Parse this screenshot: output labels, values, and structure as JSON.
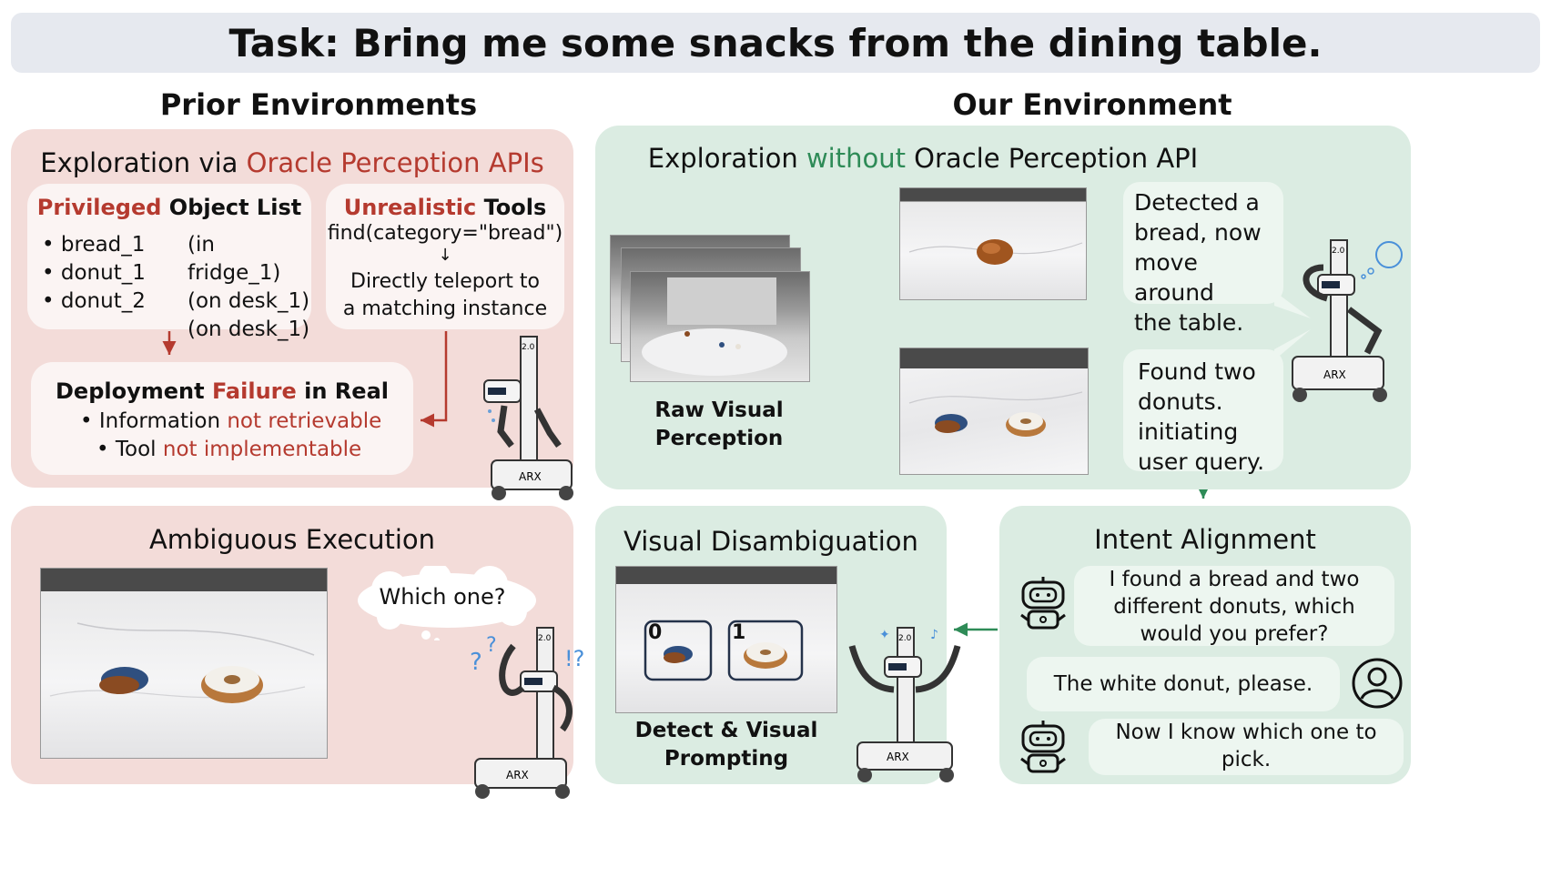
{
  "task": "Task: Bring me some snacks from the dining table.",
  "prior": {
    "title": "Prior Environments",
    "exploration": {
      "prefix": "Exploration via ",
      "highlight": "Oracle Perception APIs"
    },
    "privileged": {
      "highlight": "Privileged",
      "rest": " Object List",
      "items": [
        {
          "name": "bread_1",
          "location": "(in fridge_1)"
        },
        {
          "name": "donut_1",
          "location": "(on desk_1)"
        },
        {
          "name": "donut_2",
          "location": "(on desk_1)"
        }
      ]
    },
    "unrealistic": {
      "highlight": "Unrealistic",
      "rest": " Tools",
      "code": "find(category=\"bread\")",
      "line1": "Directly teleport to",
      "line2": "a matching instance"
    },
    "failure": {
      "t1": "Deployment ",
      "t2": "Failure",
      "t3": " in Real",
      "b1a": "Information ",
      "b1b": "not retrievable",
      "b2a": "Tool ",
      "b2b": "not implementable"
    },
    "ambiguous": {
      "title": "Ambiguous Execution",
      "thought": "Which one?"
    }
  },
  "ours": {
    "title": "Our Environment",
    "exploration": {
      "prefix": "Exploration ",
      "highlight": "without",
      "suffix": " Oracle Perception API"
    },
    "raw_visual_1": "Raw Visual",
    "raw_visual_2": "Perception",
    "bubble1": [
      "Detected a",
      "bread, now",
      "move around",
      "the table."
    ],
    "bubble2": [
      "Found two",
      "donuts.",
      "initiating",
      "user query."
    ],
    "disambiguation": {
      "title": "Visual Disambiguation",
      "label0": "0",
      "label1": "1",
      "caption1": "Detect & Visual",
      "caption2": "Prompting"
    },
    "intent": {
      "title": "Intent Alignment",
      "msg1": [
        "I found a bread and two",
        "different donuts, which",
        "would you prefer?"
      ],
      "msg2": "The white donut, please.",
      "msg3": [
        "Now I know which one to",
        "pick."
      ]
    }
  },
  "robot_badge": "2.0",
  "robot_base_label": "ARX",
  "colors": {
    "red": "#b53a2f",
    "green": "#2e8b57",
    "panel_red": "#f3dcd9",
    "panel_green": "#dbece2"
  }
}
